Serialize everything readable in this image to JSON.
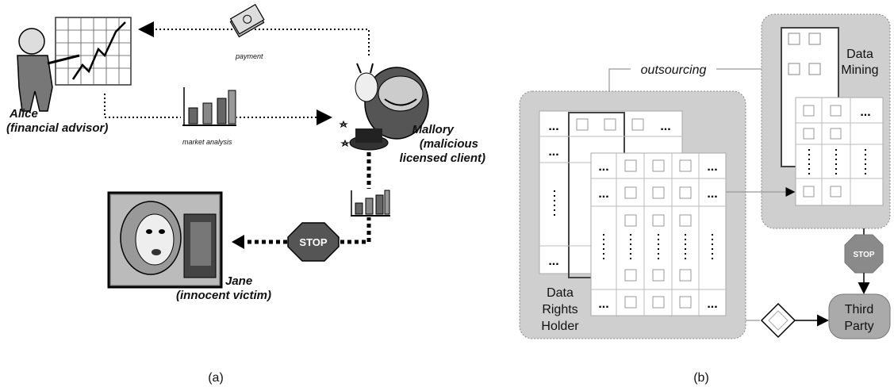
{
  "panel_a": {
    "caption": "(a)",
    "alice": {
      "name": "Alice",
      "role": "(financial advisor)"
    },
    "mallory": {
      "name": "Mallory",
      "role_line1": "(malicious",
      "role_line2": "licensed client)"
    },
    "jane": {
      "name": "Jane",
      "role": "(innocent victim)"
    },
    "payment_label": "payment",
    "market_label": "market analysis",
    "stop_label": "STOP"
  },
  "panel_b": {
    "caption": "(b)",
    "outsourcing_label": "outsourcing",
    "data_mining_line1": "Data",
    "data_mining_line2": "Mining",
    "rights_line1": "Data",
    "rights_line2": "Rights",
    "rights_line3": "Holder",
    "third_party_line1": "Third",
    "third_party_line2": "Party",
    "stop_label": "STOP",
    "ellipsis": "..."
  },
  "colors": {
    "box_fill": "#cfcfcf",
    "stop_fill": "#5a5a5a",
    "stop_fill_b": "#8a8a8a"
  }
}
